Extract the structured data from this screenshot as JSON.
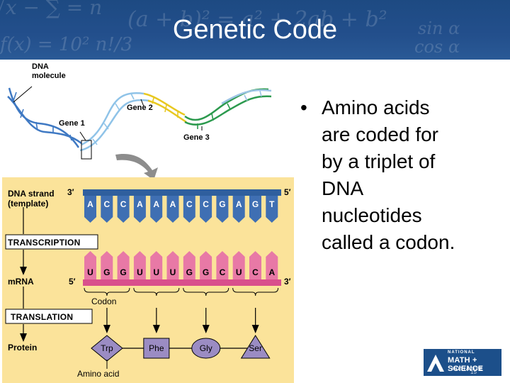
{
  "slide": {
    "title": "Genetic Code",
    "bullet": "Amino acids are coded for by a triplet of DNA nucleotides called a codon.",
    "bullet_lines": [
      "Amino acids",
      "are coded for",
      "by a triplet of",
      "DNA",
      "nucleotides",
      "called a codon."
    ],
    "bullet_symbol": "•"
  },
  "figure": {
    "dna_molecule_label": "DNA\nmolecule",
    "gene1": "Gene 1",
    "gene2": "Gene 2",
    "gene3": "Gene 3",
    "dna_strand_label": "DNA strand\n(template)",
    "prime3_top": "3′",
    "prime5_top": "5′",
    "dna_bases": [
      "A",
      "C",
      "C",
      "A",
      "A",
      "A",
      "C",
      "C",
      "G",
      "A",
      "G",
      "T"
    ],
    "transcription": "TRANSCRIPTION",
    "mrna_label": "mRNA",
    "prime5_mrna": "5′",
    "prime3_mrna": "3′",
    "mrna_bases": [
      "U",
      "G",
      "G",
      "U",
      "U",
      "U",
      "G",
      "G",
      "C",
      "U",
      "C",
      "A"
    ],
    "codon_label": "Codon",
    "translation": "TRANSLATION",
    "protein_label": "Protein",
    "amino_acids": [
      "Trp",
      "Phe",
      "Gly",
      "Ser"
    ],
    "amino_acid_label": "Amino acid"
  },
  "logo": {
    "line1": "NATIONAL",
    "line2": "MATH + SCIENCE",
    "line3": "INITIATIVE",
    "page_number": "15"
  },
  "colors": {
    "header_blue": "#234f8c",
    "panel_yellow": "#fbe39a",
    "dna_blue": "#3f6fb3",
    "mrna_pink": "#e879a6",
    "amino_purple": "#9b8cc3"
  }
}
